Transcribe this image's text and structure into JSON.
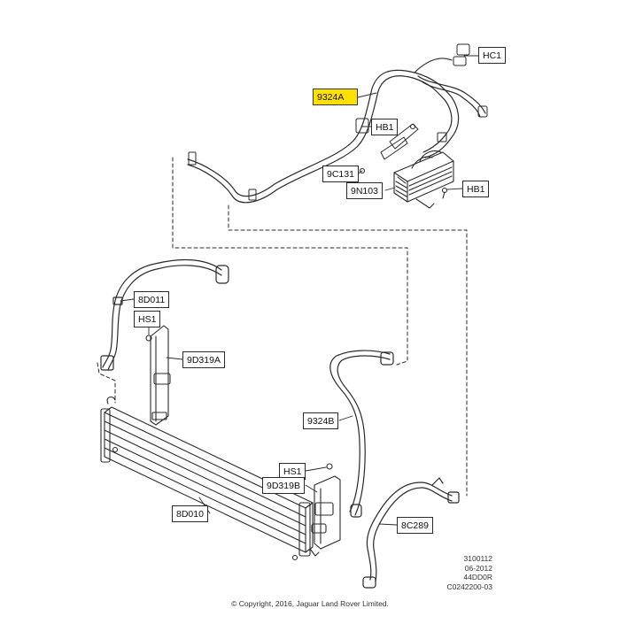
{
  "accent_color": "#ffe000",
  "line_color": "#2b2b2b",
  "callouts": [
    {
      "id": "HC1",
      "label": "HC1",
      "highlight": false
    },
    {
      "id": "9324A",
      "label": "9324A",
      "highlight": true
    },
    {
      "id": "HB1a",
      "label": "HB1",
      "highlight": false
    },
    {
      "id": "9C131",
      "label": "9C131",
      "highlight": false
    },
    {
      "id": "9N103",
      "label": "9N103",
      "highlight": false
    },
    {
      "id": "HB1b",
      "label": "HB1",
      "highlight": false
    },
    {
      "id": "8D011",
      "label": "8D011",
      "highlight": false
    },
    {
      "id": "HS1a",
      "label": "HS1",
      "highlight": false
    },
    {
      "id": "9D319A",
      "label": "9D319A",
      "highlight": false
    },
    {
      "id": "9324B",
      "label": "9324B",
      "highlight": false
    },
    {
      "id": "HS1b",
      "label": "HS1",
      "highlight": false
    },
    {
      "id": "9D319B",
      "label": "9D319B",
      "highlight": false
    },
    {
      "id": "8D010",
      "label": "8D010",
      "highlight": false
    },
    {
      "id": "8C289",
      "label": "8C289",
      "highlight": false
    }
  ],
  "meta_lines": [
    "3100112",
    "06-2012",
    "44DD0R",
    "C0242200-03"
  ],
  "copyright": "© Copyright, 2016, Jaguar Land Rover Limited."
}
